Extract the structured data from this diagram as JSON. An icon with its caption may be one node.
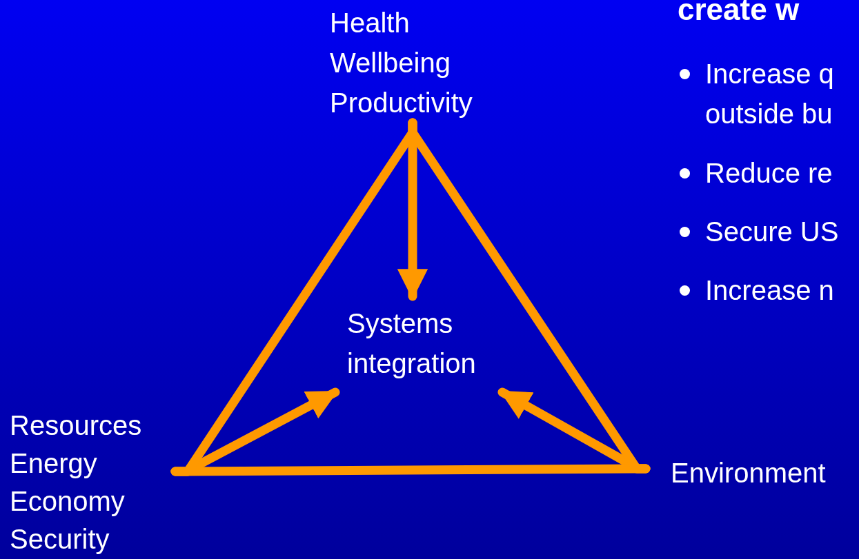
{
  "diagram": {
    "nodes": [
      {
        "text": [
          "Health Wellbeing Productivity"
        ]
      },
      {
        "text": [
          "Systems integration"
        ]
      },
      {
        "text": [
          "Resources Energy Economy Security"
        ]
      },
      {
        "text": [
          "Environment"
        ]
      }
    ],
    "edges": [
      {
        "from": 0,
        "to": 1,
        "arrow": "to"
      },
      {
        "from": 2,
        "to": 1,
        "arrow": "to"
      },
      {
        "from": 3,
        "to": 1,
        "arrow": "to"
      },
      {
        "from": 0,
        "to": 2,
        "arrow": "none"
      },
      {
        "from": 2,
        "to": 3,
        "arrow": "none"
      },
      {
        "from": 3,
        "to": 0,
        "arrow": "none"
      }
    ],
    "labels": [
      "create w",
      "Increase q outside bu",
      "Reduce re",
      "Secure US",
      "Increase n"
    ]
  }
}
